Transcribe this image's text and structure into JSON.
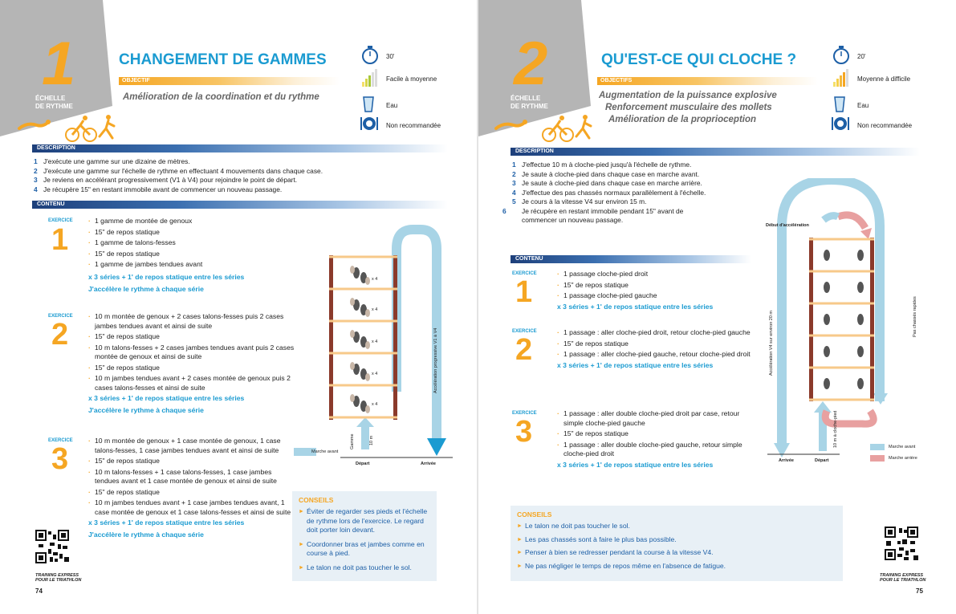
{
  "left": {
    "number": "1",
    "category": [
      "ÉCHELLE",
      "DE RYTHME"
    ],
    "title": "CHANGEMENT DE GAMMES",
    "objective_label": "OBJECTIF",
    "objectives": [
      "Amélioration de la coordination et du rythme"
    ],
    "info": {
      "time": "30'",
      "level": "Facile à moyenne",
      "water": "Eau",
      "food": "Non recommandée"
    },
    "description_label": "DESCRIPTION",
    "description": [
      {
        "n": "1",
        "text": "J'exécute une gamme sur une dizaine de mètres."
      },
      {
        "n": "2",
        "text": "J'exécute une gamme sur l'échelle de rythme en effectuant 4 mouvements dans chaque case."
      },
      {
        "n": "3",
        "text": "Je reviens en accélérant progressivement (V1 à V4) pour rejoindre le point de départ."
      },
      {
        "n": "4",
        "text": "Je récupère 15\" en restant immobile avant de commencer un nouveau passage."
      }
    ],
    "contenu_label": "CONTENU",
    "exercise_label": "EXERCICE",
    "exercises": [
      {
        "num": "1",
        "items": [
          "1 gamme de montée de genoux",
          "15\" de repos statique",
          "1 gamme de talons-fesses",
          "15\" de repos statique",
          "1 gamme de jambes tendues avant"
        ],
        "series": "x 3 séries + 1' de repos statique entre les séries",
        "note": "J'accélère le rythme à chaque série"
      },
      {
        "num": "2",
        "items": [
          "10 m montée de genoux + 2 cases talons-fesses puis 2 cases jambes tendues avant et ainsi de suite",
          "15\" de repos statique",
          "10 m talons-fesses + 2 cases jambes tendues avant puis 2 cases montée de genoux et ainsi de suite",
          "15\" de repos statique",
          "10 m jambes tendues avant + 2 cases montée de genoux puis 2 cases talons-fesses et ainsi de suite"
        ],
        "series": "x 3 séries + 1' de repos statique entre les séries",
        "note": "J'accélère le rythme à chaque série"
      },
      {
        "num": "3",
        "items": [
          "10 m montée de genoux + 1 case montée de genoux, 1 case talons-fesses, 1 case jambes tendues avant et ainsi de suite",
          "15\" de repos statique",
          "10 m talons-fesses + 1 case talons-fesses, 1 case jambes tendues avant et 1 case montée de genoux et ainsi de suite",
          "15\" de repos statique",
          "10 m jambes tendues avant + 1 case jambes tendues avant, 1 case montée de genoux et 1 case talons-fesses et ainsi de suite"
        ],
        "series": "x 3 séries + 1' de repos statique entre les séries",
        "note": "J'accélère le rythme à chaque série"
      }
    ],
    "diagram": {
      "x4": "x 4",
      "accel": "Accélération progressive V1 à V4",
      "gamme": "Gamme",
      "dist": "10 m",
      "depart": "Départ",
      "arrivee": "Arrivée",
      "legend_walk": "Marche avant"
    },
    "conseils_label": "CONSEILS",
    "conseils": [
      "Éviter de regarder ses pieds et l'échelle de rythme lors de l'exercice. Le regard doit porter loin devant.",
      "Coordonner bras et jambes comme en course à pied.",
      "Le talon ne doit pas toucher le sol."
    ],
    "page_number": "74",
    "brand": [
      "TRAINING EXPRESS",
      "POUR LE TRIATHLON"
    ]
  },
  "right": {
    "number": "2",
    "category": [
      "ÉCHELLE",
      "DE RYTHME"
    ],
    "title": "QU'EST-CE QUI CLOCHE ?",
    "objective_label": "OBJECTIFS",
    "objectives": [
      "Augmentation de la puissance explosive",
      "Renforcement musculaire des mollets",
      "Amélioration de la proprioception"
    ],
    "info": {
      "time": "20'",
      "level": "Moyenne à difficile",
      "water": "Eau",
      "food": "Non recommandée"
    },
    "description_label": "DESCRIPTION",
    "description": [
      {
        "n": "1",
        "text": "J'effectue 10 m à cloche-pied jusqu'à l'échelle de rythme."
      },
      {
        "n": "2",
        "text": "Je saute à cloche-pied dans chaque case en marche avant."
      },
      {
        "n": "3",
        "text": "Je saute à cloche-pied dans chaque case en marche arrière."
      },
      {
        "n": "4",
        "text": "J'effectue des pas chassés normaux parallèlement à l'échelle."
      },
      {
        "n": "5",
        "text": "Je cours à la vitesse V4 sur environ 15 m."
      },
      {
        "n": "6",
        "text": "Je récupère en restant immobile pendant 15\" avant de commencer un nouveau passage."
      }
    ],
    "contenu_label": "CONTENU",
    "exercise_label": "EXERCICE",
    "exercises": [
      {
        "num": "1",
        "items": [
          "1 passage cloche-pied droit",
          "15\" de repos statique",
          "1 passage cloche-pied gauche"
        ],
        "series": "x 3 séries + 1' de repos statique entre les séries"
      },
      {
        "num": "2",
        "items": [
          "1 passage : aller cloche-pied droit, retour cloche-pied gauche",
          "15\" de repos statique",
          "1 passage : aller cloche-pied gauche, retour cloche-pied droit"
        ],
        "series": "x 3 séries + 1' de repos statique entre les séries"
      },
      {
        "num": "3",
        "items": [
          "1 passage : aller double cloche-pied droit par case, retour simple cloche-pied gauche",
          "15\" de repos statique",
          "1 passage : aller double cloche-pied gauche, retour simple cloche-pied droit"
        ],
        "series": "x 3 séries + 1' de repos statique entre les séries"
      }
    ],
    "diagram": {
      "debut": "Début d'accélération",
      "accel": "Accélération V4 sur environ 20 m",
      "cloche": "10 m à cloche-pied",
      "pas": "Pas chassés rapides",
      "depart": "Départ",
      "arrivee": "Arrivée",
      "legend_walk": "Marche avant",
      "legend_back": "Marche arrière"
    },
    "conseils_label": "CONSEILS",
    "conseils": [
      "Le talon ne doit pas toucher le sol.",
      "Les pas chassés sont à faire le plus bas possible.",
      "Penser à bien se redresser pendant la course à la vitesse V4.",
      "Ne pas négliger le temps de repos même en l'absence de fatigue."
    ],
    "page_number": "75",
    "brand": [
      "TRAINING EXPRESS",
      "POUR LE TRIATHLON"
    ]
  },
  "colors": {
    "accent_orange": "#f5a623",
    "accent_blue": "#1b9bd1",
    "dark_blue": "#1d3f7a",
    "gray_corner": "#b5b5b5",
    "arrow_blue": "#a8d4e6",
    "arrow_pink": "#e8a0a0"
  }
}
